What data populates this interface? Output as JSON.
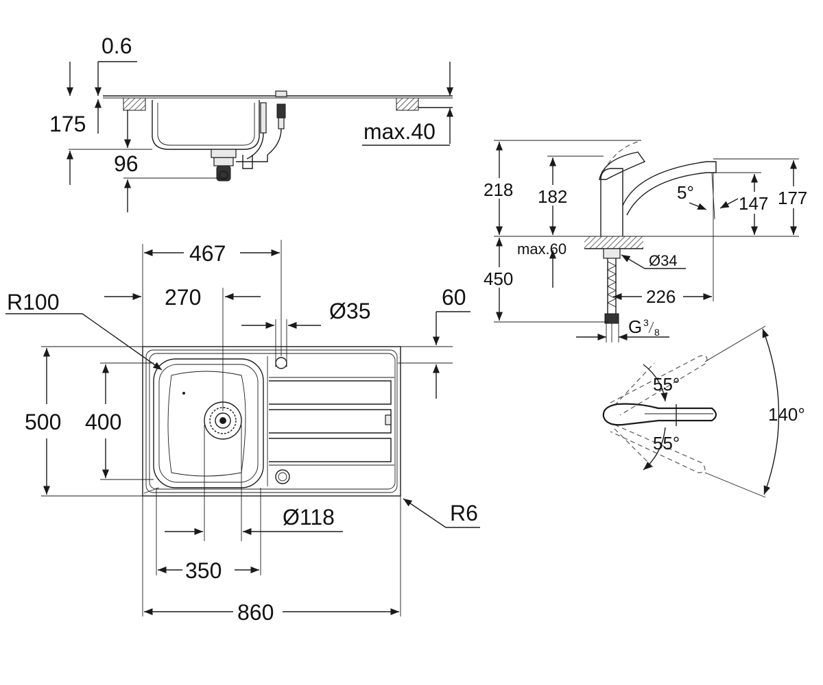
{
  "side_view": {
    "thickness": "0.6",
    "depth": "175",
    "drain_offset": "96",
    "max_worktop": "max.40"
  },
  "top_view": {
    "width_467": "467",
    "width_270": "270",
    "tap_hole": "Ø35",
    "edge_60": "60",
    "corner_radius": "R100",
    "depth_500": "500",
    "depth_400": "400",
    "drain_dia": "Ø118",
    "outer_radius": "R6",
    "bowl_350": "350",
    "total_860": "860"
  },
  "faucet": {
    "h218": "218",
    "h182": "182",
    "angle_5": "5°",
    "h147": "147",
    "h177": "177",
    "max60": "max.60",
    "dia34": "Ø34",
    "h450": "450",
    "reach226": "226",
    "thread_g": "G",
    "thread_num": "3",
    "thread_den": "8"
  },
  "lever": {
    "angle_top": "55°",
    "angle_bottom": "55°",
    "angle_total": "140°"
  }
}
